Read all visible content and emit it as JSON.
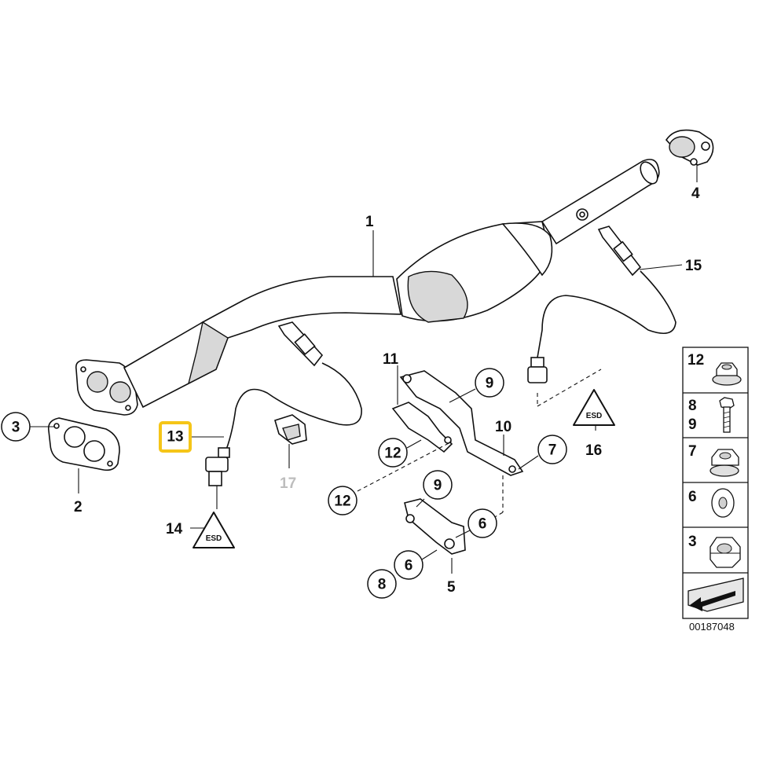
{
  "callouts": {
    "c1": "1",
    "c2": "2",
    "c3": "3",
    "c4": "4",
    "c5": "5",
    "c6a": "6",
    "c6b": "6",
    "c7": "7",
    "c8": "8",
    "c9a": "9",
    "c9b": "9",
    "c10": "10",
    "c11": "11",
    "c12a": "12",
    "c12b": "12",
    "c13": "13",
    "c14": "14",
    "c15": "15",
    "c16": "16",
    "c17": "17"
  },
  "highlight_color": "#f5c518",
  "warning_glyph": "ESD",
  "side_panel": {
    "rows": [
      {
        "label": "12",
        "icon": "flange-nut-icon"
      },
      {
        "label": "8\n9",
        "icon": "bolt-icon"
      },
      {
        "label": "7",
        "icon": "hex-nut-icon"
      },
      {
        "label": "6",
        "icon": "washer-icon"
      },
      {
        "label": "3",
        "icon": "self-locking-nut-icon"
      }
    ],
    "row_label_1": "12",
    "row_label_2a": "8",
    "row_label_2b": "9",
    "row_label_3": "7",
    "row_label_4": "6",
    "row_label_5": "3"
  },
  "diagram_number": "00187048"
}
